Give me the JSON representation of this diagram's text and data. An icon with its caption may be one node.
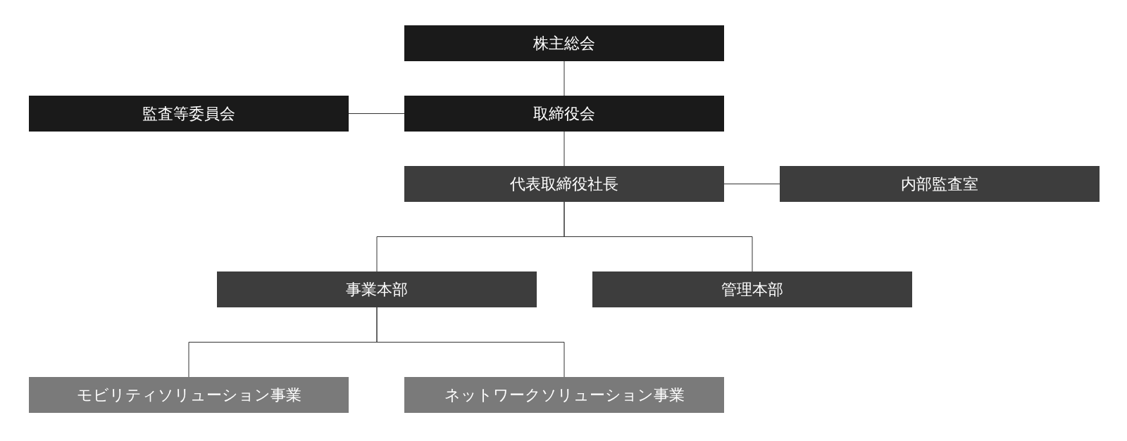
{
  "diagram": {
    "nodes": [
      {
        "text": [
          "株主総会"
        ]
      },
      {
        "text": [
          "監査等委員会"
        ]
      },
      {
        "text": [
          "取締役会"
        ]
      },
      {
        "text": [
          "代表取締役社長"
        ]
      },
      {
        "text": [
          "内部監査室"
        ]
      },
      {
        "text": [
          "事業本部"
        ]
      },
      {
        "text": [
          "管理本部"
        ]
      },
      {
        "text": [
          "モビリティソリューション事業"
        ]
      },
      {
        "text": [
          "ネットワークソリューション事業"
        ]
      }
    ],
    "edges": [
      {
        "from": 0,
        "to": 2,
        "arrow": "none"
      },
      {
        "from": 1,
        "to": 2,
        "arrow": "none"
      },
      {
        "from": 2,
        "to": 3,
        "arrow": "none"
      },
      {
        "from": 3,
        "to": 4,
        "arrow": "none"
      },
      {
        "from": 3,
        "to": 5,
        "arrow": "none"
      },
      {
        "from": 3,
        "to": 6,
        "arrow": "none"
      },
      {
        "from": 5,
        "to": 7,
        "arrow": "none"
      },
      {
        "from": 5,
        "to": 8,
        "arrow": "none"
      }
    ]
  }
}
